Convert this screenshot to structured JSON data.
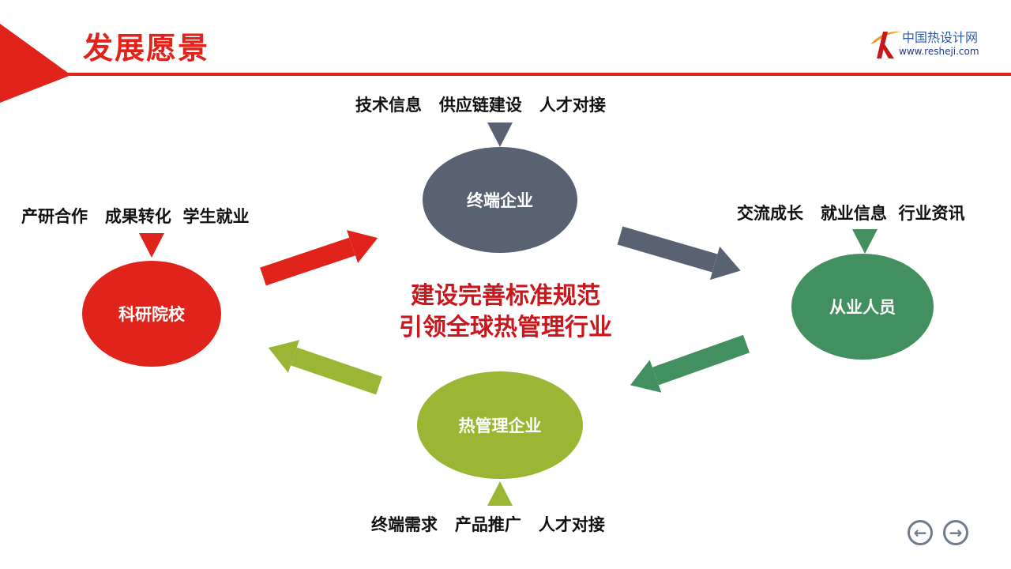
{
  "header": {
    "title": "发展愿景"
  },
  "logo": {
    "name": "中国热设计网",
    "url": "www.resheji.com"
  },
  "center_text": [
    "建设完善标准规范",
    "引领全球热管理行业"
  ],
  "nodes": {
    "enterprise": {
      "label": "终端企业",
      "tags": "技术信息   供应链建设   人才对接",
      "color": "#596273"
    },
    "research": {
      "label": "科研院校",
      "tags": "产研合作   成果转化  学生就业",
      "color": "#e0231b"
    },
    "practitioners": {
      "label": "从业人员",
      "tags": "交流成长   就业信息  行业资讯",
      "color": "#428f60"
    },
    "thermal": {
      "label": "热管理企业",
      "tags": "终端需求   产品推广   人才对接",
      "color": "#9bb634"
    }
  },
  "nav": {
    "prev": "←",
    "next": "→"
  }
}
